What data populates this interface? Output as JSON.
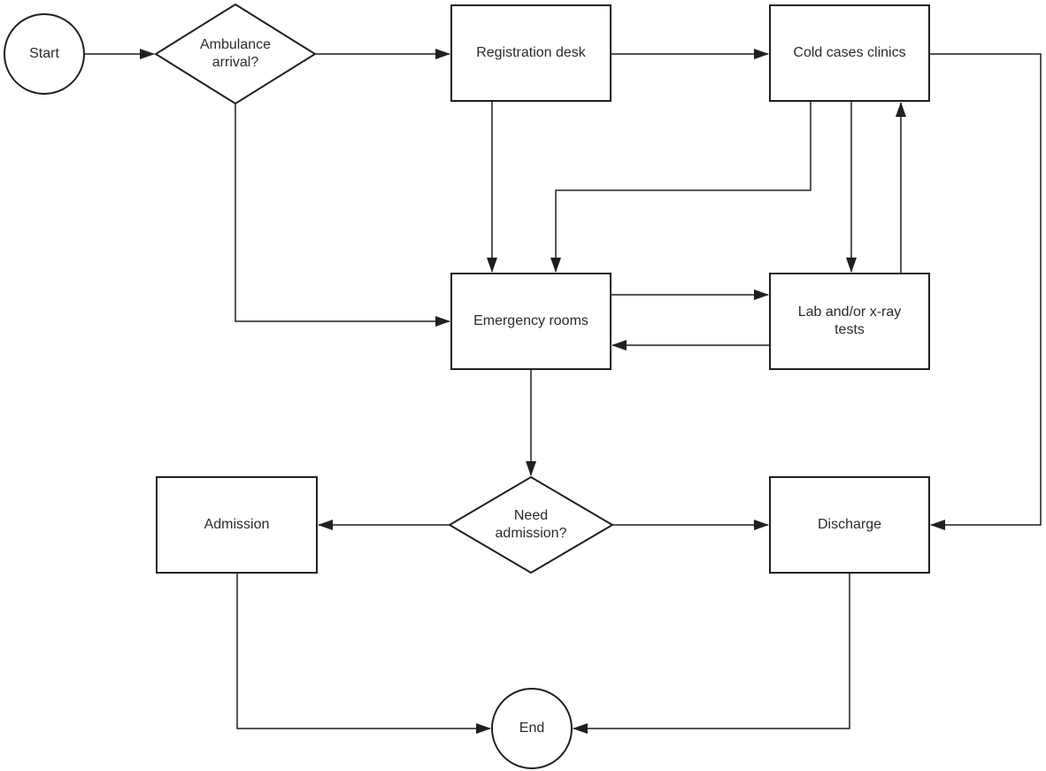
{
  "diagram": {
    "type": "flowchart",
    "colors": {
      "background": "#ffffff",
      "line": "#1f1f1f",
      "text": "#2b2b2b",
      "shape_fill": "#ffffff"
    },
    "nodes": {
      "start": {
        "label": "Start",
        "shape": "circle"
      },
      "ambulance": {
        "label": "Ambulance arrival?",
        "shape": "diamond"
      },
      "registration": {
        "label": "Registration desk",
        "shape": "rect"
      },
      "cold_cases": {
        "label": "Cold cases clinics",
        "shape": "rect"
      },
      "emergency": {
        "label": "Emergency rooms",
        "shape": "rect"
      },
      "lab": {
        "label": "Lab and/or x-ray tests",
        "shape": "rect"
      },
      "need_admission": {
        "label": "Need admission?",
        "shape": "diamond"
      },
      "admission": {
        "label": "Admission",
        "shape": "rect"
      },
      "discharge": {
        "label": "Discharge",
        "shape": "rect"
      },
      "end": {
        "label": "End",
        "shape": "circle"
      }
    },
    "edges": [
      {
        "from": "Start",
        "to": "Ambulance arrival?"
      },
      {
        "from": "Ambulance arrival?",
        "to": "Registration desk"
      },
      {
        "from": "Ambulance arrival?",
        "to": "Emergency rooms"
      },
      {
        "from": "Registration desk",
        "to": "Cold cases clinics"
      },
      {
        "from": "Registration desk",
        "to": "Emergency rooms"
      },
      {
        "from": "Cold cases clinics",
        "to": "Emergency rooms"
      },
      {
        "from": "Cold cases clinics",
        "to": "Lab and/or x-ray tests"
      },
      {
        "from": "Lab and/or x-ray tests",
        "to": "Cold cases clinics"
      },
      {
        "from": "Emergency rooms",
        "to": "Lab and/or x-ray tests"
      },
      {
        "from": "Lab and/or x-ray tests",
        "to": "Emergency rooms"
      },
      {
        "from": "Emergency rooms",
        "to": "Need admission?"
      },
      {
        "from": "Need admission?",
        "to": "Admission"
      },
      {
        "from": "Need admission?",
        "to": "Discharge"
      },
      {
        "from": "Cold cases clinics",
        "to": "Discharge"
      },
      {
        "from": "Admission",
        "to": "End"
      },
      {
        "from": "Discharge",
        "to": "End"
      }
    ]
  }
}
